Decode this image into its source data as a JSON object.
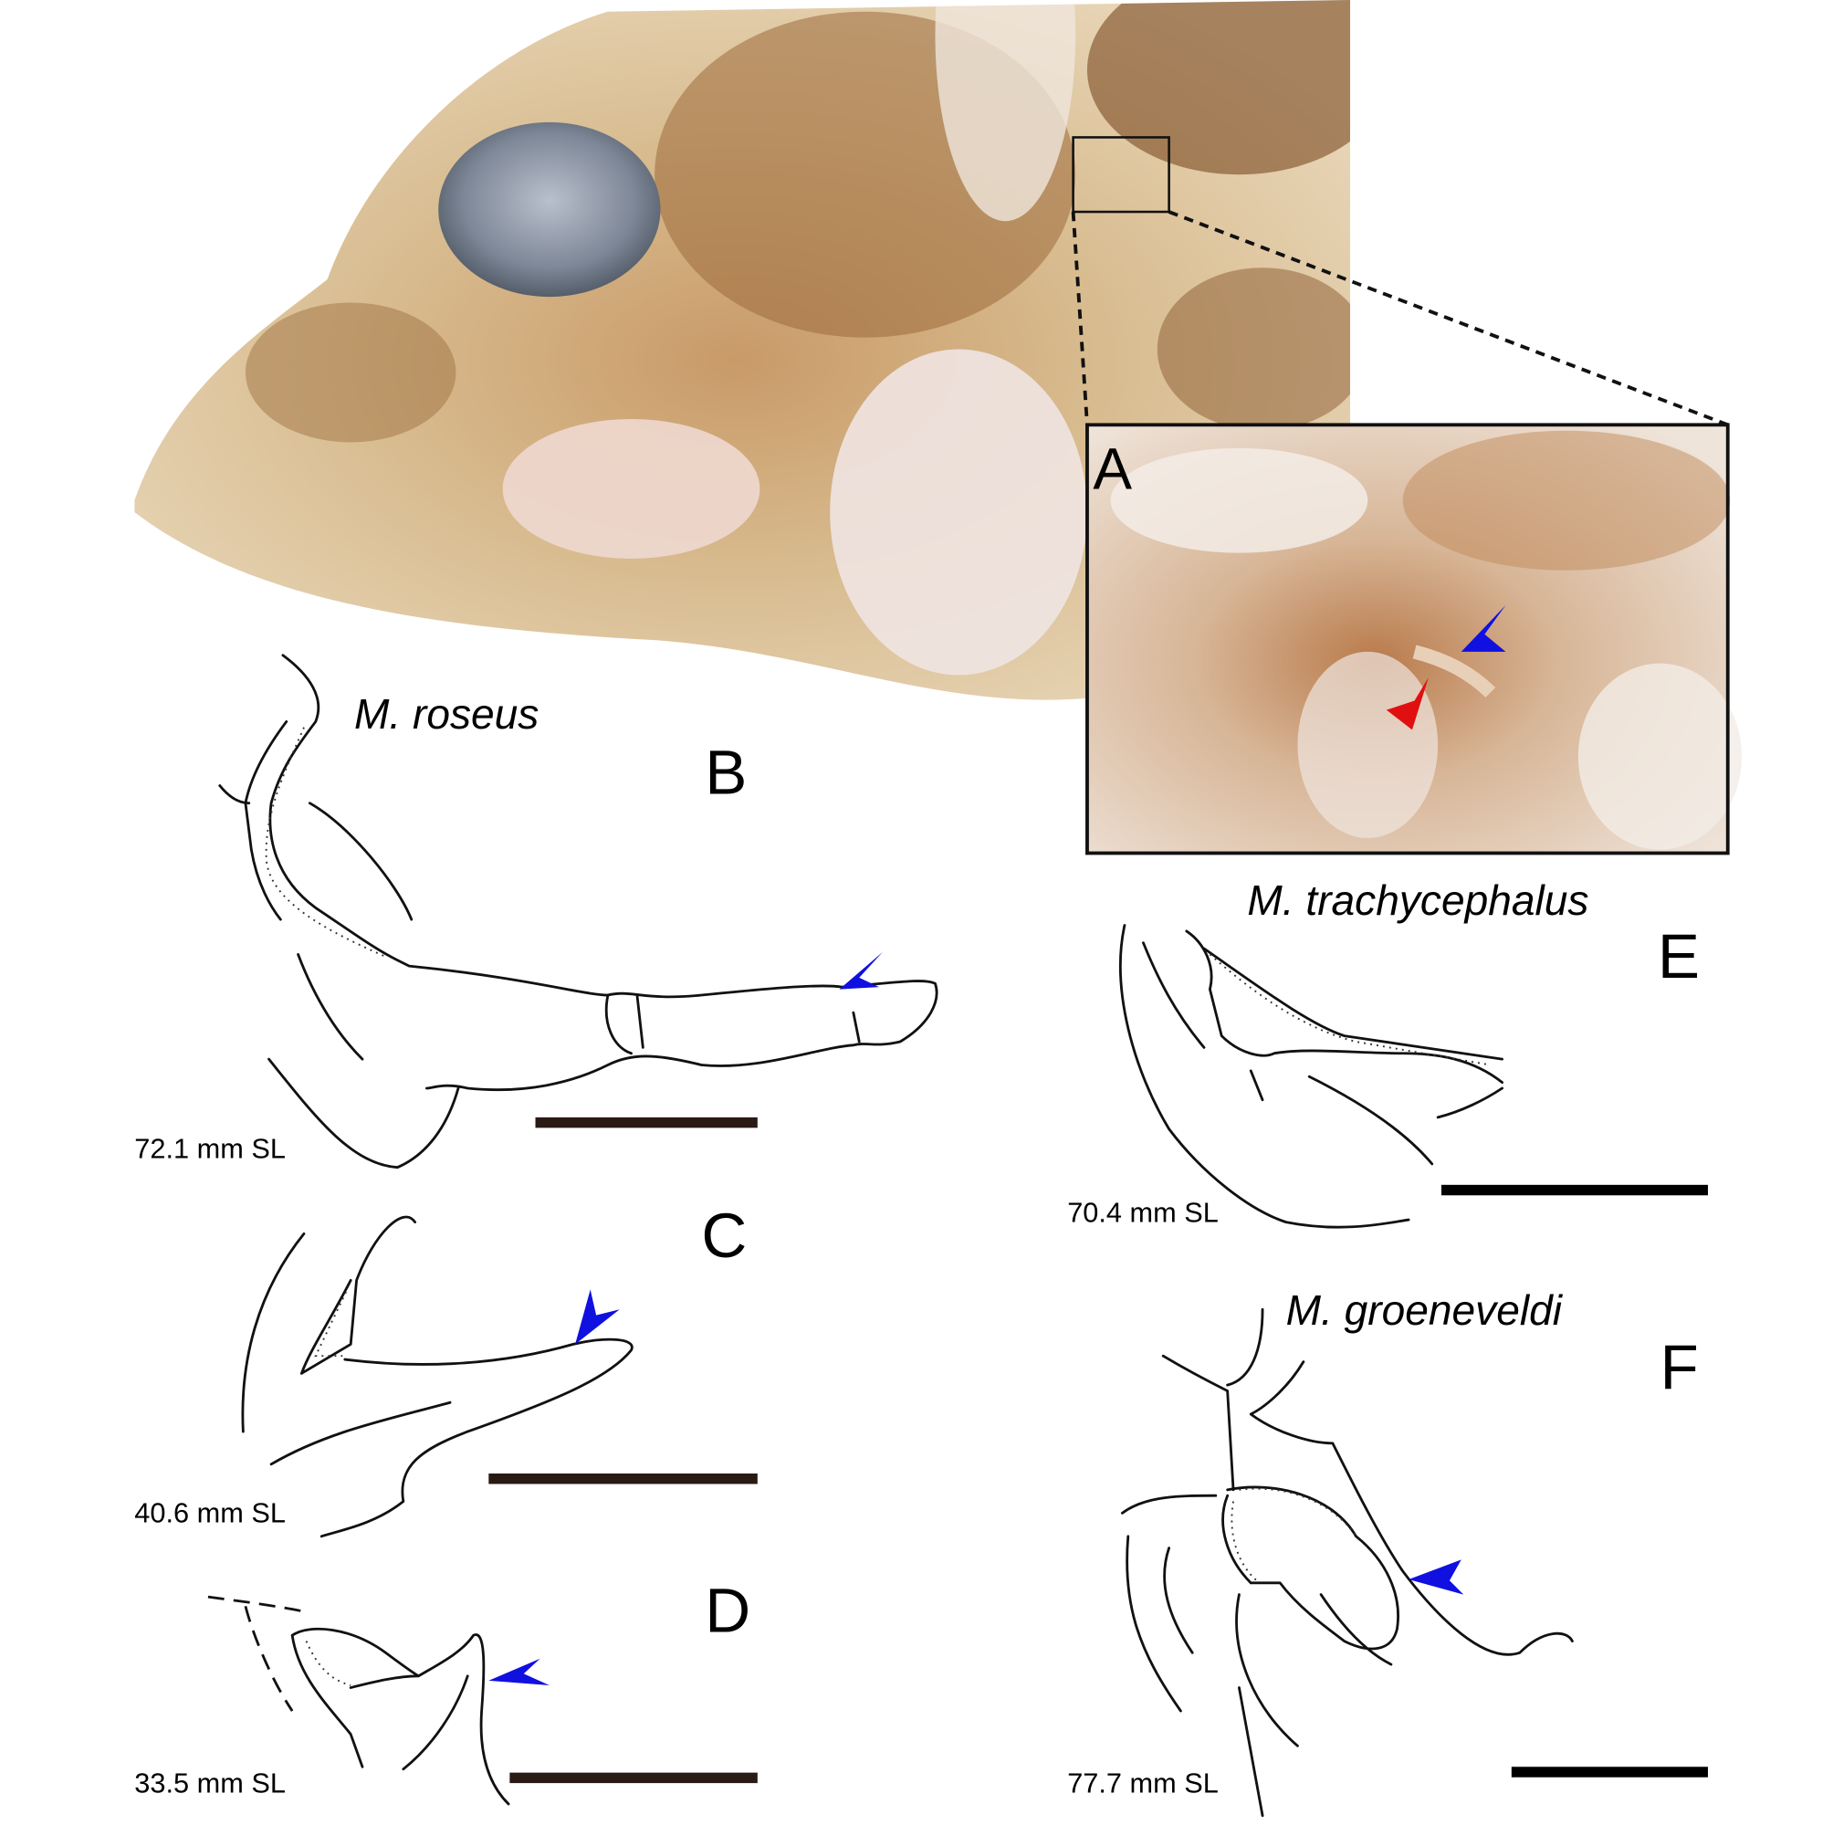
{
  "panels": {
    "A": {
      "letter": "A"
    },
    "B": {
      "letter": "B",
      "species": "M. roseus",
      "size": "72.1 mm SL"
    },
    "C": {
      "letter": "C",
      "size": "40.6 mm SL"
    },
    "D": {
      "letter": "D",
      "size": "33.5 mm SL"
    },
    "E": {
      "letter": "E",
      "species": "M. trachycephalus",
      "size": "70.4 mm SL"
    },
    "F": {
      "letter": "F",
      "species": "M. groeneveldi",
      "size": "77.7 mm SL"
    }
  },
  "colors": {
    "arrow_blue": "#1010e0",
    "arrow_red": "#e01010",
    "scale_bar": "#2a1a14"
  }
}
